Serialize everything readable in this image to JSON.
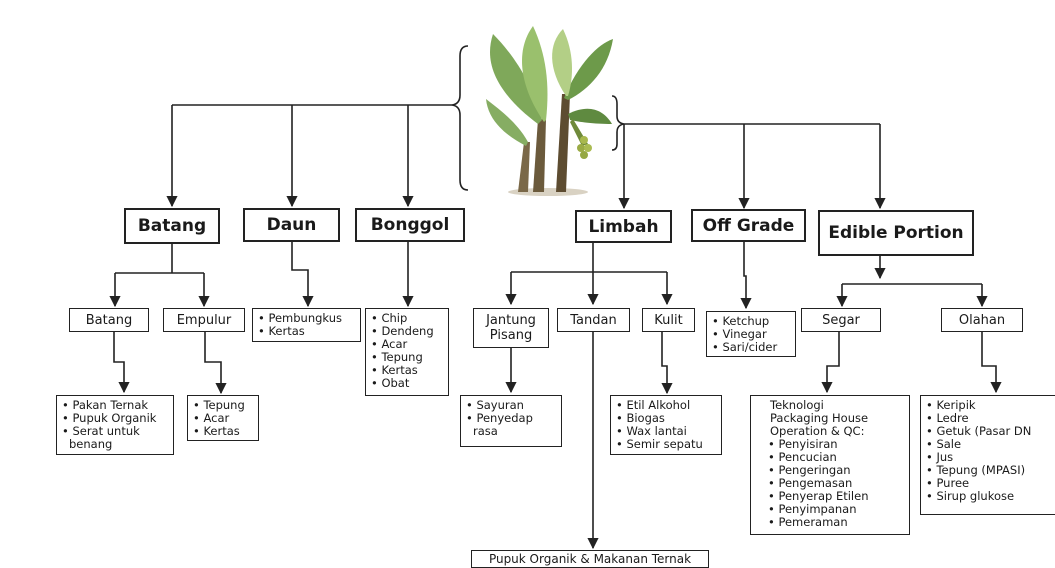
{
  "root": {
    "icon": "banana-plant-icon"
  },
  "categories": {
    "batang": "Batang",
    "daun": "Daun",
    "bonggol": "Bonggol",
    "limbah": "Limbah",
    "off_grade": "Off Grade",
    "edible": "Edible Portion"
  },
  "sub": {
    "batang": "Batang",
    "empulur": "Empulur",
    "jantung_line1": "Jantung",
    "jantung_line2": "Pisang",
    "tandan": "Tandan",
    "kulit": "Kulit",
    "segar": "Segar",
    "olahan": "Olahan"
  },
  "products": {
    "batang": [
      "Pakan Ternak",
      "Pupuk Organik",
      "Serat untuk",
      "benang"
    ],
    "empulur": [
      "Tepung",
      "Acar",
      "Kertas"
    ],
    "daun": [
      "Pembungkus",
      "Kertas"
    ],
    "bonggol": [
      "Chip",
      "Dendeng",
      "Acar",
      "Tepung",
      "Kertas",
      "Obat"
    ],
    "jantung": [
      "Sayuran",
      "Penyedap",
      "rasa"
    ],
    "tandan": "Pupuk Organik & Makanan Ternak",
    "kulit": [
      "Etil Alkohol",
      "Biogas",
      "Wax lantai",
      "Semir sepatu"
    ],
    "off_grade": [
      "Ketchup",
      "Vinegar",
      "Sari/cider"
    ],
    "segar": {
      "heading1": "Teknologi",
      "heading2": "Packaging House",
      "heading3": "Operation & QC:",
      "items": [
        "Penyisiran",
        "Pencucian",
        "Pengeringan",
        "Pengemasan",
        "Penyerap Etilen",
        "Penyimpanan",
        "Pemeraman"
      ]
    },
    "olahan": [
      "Keripik",
      "Ledre",
      "Getuk (Pasar DN",
      "Sale",
      "Jus",
      "Tepung (MPASI)",
      "Puree",
      "Sirup glukose"
    ]
  }
}
